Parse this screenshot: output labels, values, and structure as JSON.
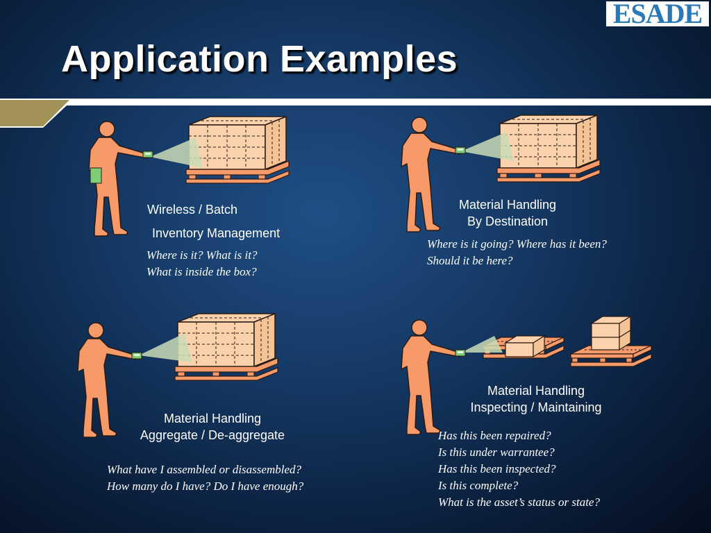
{
  "slide": {
    "title": "Application Examples",
    "logo_text": "ESADE",
    "colors": {
      "figure": "#f79a6a",
      "box": "#fcd2ad",
      "scanner": "#7ecf74",
      "beam": "#c9dcb6",
      "title": "#ffffff",
      "band_gold": "#a19257"
    }
  },
  "panels": [
    {
      "id": "wireless-batch",
      "heading_lines": [
        "Wireless / Batch",
        "Inventory Management"
      ],
      "questions": [
        "Where is it?  What is it?",
        "What is inside the box?"
      ]
    },
    {
      "id": "by-destination",
      "heading_lines": [
        "Material Handling",
        "By Destination"
      ],
      "questions": [
        "Where is it going? Where has it been?",
        "Should it be here?"
      ]
    },
    {
      "id": "aggregate",
      "heading_lines": [
        "Material Handling",
        "Aggregate / De-aggregate"
      ],
      "questions": [
        "What have I assembled or disassembled?",
        "How many do I have?  Do I have enough?"
      ]
    },
    {
      "id": "inspecting",
      "heading_lines": [
        "Material Handling",
        "Inspecting / Maintaining"
      ],
      "questions": [
        "Has this been repaired?",
        "Is this under warrantee?",
        "Has this been inspected?",
        "Is this complete?",
        "What is the asset’s status or state?"
      ]
    }
  ]
}
